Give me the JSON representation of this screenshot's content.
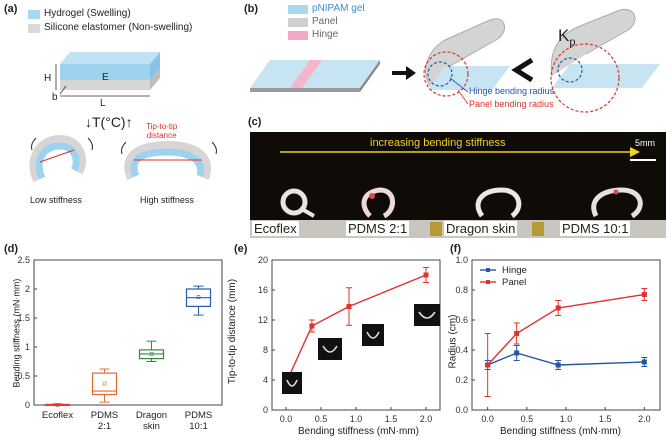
{
  "panel_a": {
    "label": "(a)",
    "legend": [
      {
        "text": "Hydrogel (Swelling)",
        "color": "#a9d8f0"
      },
      {
        "text": "Silicone elastomer (Non-swelling)",
        "color": "#d9d9d9"
      }
    ],
    "dims": {
      "H": "H",
      "E": "E",
      "b": "b",
      "L": "L"
    },
    "temp": "↓T(°C)↑",
    "tip_label": "Tip-to-tip\ndistance",
    "low": "Low stiffness",
    "high": "High stiffness"
  },
  "panel_b": {
    "label": "(b)",
    "legend": [
      {
        "text": "pNIPAM gel",
        "color": "#a9d8f0"
      },
      {
        "text": "Panel",
        "color": "#d0d0d0"
      },
      {
        "text": "Hinge",
        "color": "#f3a9c6"
      }
    ],
    "kp": "K",
    "kp_sub": "p",
    "hinge_radius": "Hinge bending radius",
    "panel_radius": "Panel bending radius"
  },
  "panel_c": {
    "label": "(c)",
    "scale": "5mm",
    "arrow_text": "increasing bending stiffness",
    "samples": [
      "Ecoflex",
      "PDMS 2:1",
      "Dragon skin",
      "PDMS 10:1"
    ]
  },
  "panel_d": {
    "label": "(d)",
    "chart_data": {
      "type": "box",
      "ylabel": "Bending stiffness (mN·mm)",
      "ylim": [
        0,
        2.5
      ],
      "yticks": [
        "0",
        "0.5",
        "1",
        "1.5",
        "2",
        "2.5"
      ],
      "categories": [
        "Ecoflex",
        "PDMS\n2:1",
        "Dragon\nskin",
        "PDMS\n10:1"
      ],
      "colors": [
        "#e23a3a",
        "#e26a2c",
        "#2e8b3e",
        "#2a5ab0"
      ],
      "boxes": [
        {
          "min": 0.0,
          "q1": 0.0,
          "median": 0.0,
          "q3": 0.01,
          "max": 0.02,
          "mean": 0.0
        },
        {
          "min": 0.05,
          "q1": 0.18,
          "median": 0.24,
          "q3": 0.55,
          "max": 0.62,
          "mean": 0.37
        },
        {
          "min": 0.75,
          "q1": 0.8,
          "median": 0.88,
          "q3": 0.95,
          "max": 1.1,
          "mean": 0.88
        },
        {
          "min": 1.55,
          "q1": 1.7,
          "median": 1.85,
          "q3": 2.0,
          "max": 2.05,
          "mean": 1.86
        }
      ]
    }
  },
  "panel_e": {
    "label": "(e)",
    "chart_data": {
      "type": "line",
      "xlabel": "Bending stiffness (mN·mm)",
      "ylabel": "Tip-to-tip distance (mm)",
      "xlim": [
        -0.2,
        2.2
      ],
      "ylim": [
        0,
        20
      ],
      "xticks": [
        "0.0",
        "0.5",
        "1.0",
        "1.5",
        "2.0"
      ],
      "yticks": [
        "0",
        "4",
        "8",
        "12",
        "16",
        "20"
      ],
      "color": "#e0312e",
      "x": [
        0.0,
        0.37,
        0.9,
        2.0
      ],
      "y": [
        3.6,
        11.2,
        13.8,
        18.0
      ],
      "err": [
        1.4,
        0.8,
        2.5,
        1.0
      ]
    }
  },
  "panel_f": {
    "label": "(f)",
    "chart_data": {
      "type": "line",
      "xlabel": "Bending stiffness (mN·mm)",
      "ylabel": "Radius (cm)",
      "xlim": [
        -0.2,
        2.2
      ],
      "ylim": [
        0.0,
        1.0
      ],
      "xticks": [
        "0.0",
        "0.5",
        "1.0",
        "1.5",
        "2.0"
      ],
      "yticks": [
        "0.0",
        "0.2",
        "0.4",
        "0.6",
        "0.8",
        "1.0"
      ],
      "series": [
        {
          "name": "Hinge",
          "color": "#2456a6",
          "x": [
            0.0,
            0.37,
            0.9,
            2.0
          ],
          "y": [
            0.3,
            0.38,
            0.3,
            0.32
          ],
          "err": [
            0.03,
            0.05,
            0.03,
            0.03
          ]
        },
        {
          "name": "Panel",
          "color": "#e0312e",
          "x": [
            0.0,
            0.37,
            0.9,
            2.0
          ],
          "y": [
            0.3,
            0.51,
            0.68,
            0.77
          ],
          "err": [
            0.21,
            0.07,
            0.05,
            0.04
          ]
        }
      ]
    }
  }
}
